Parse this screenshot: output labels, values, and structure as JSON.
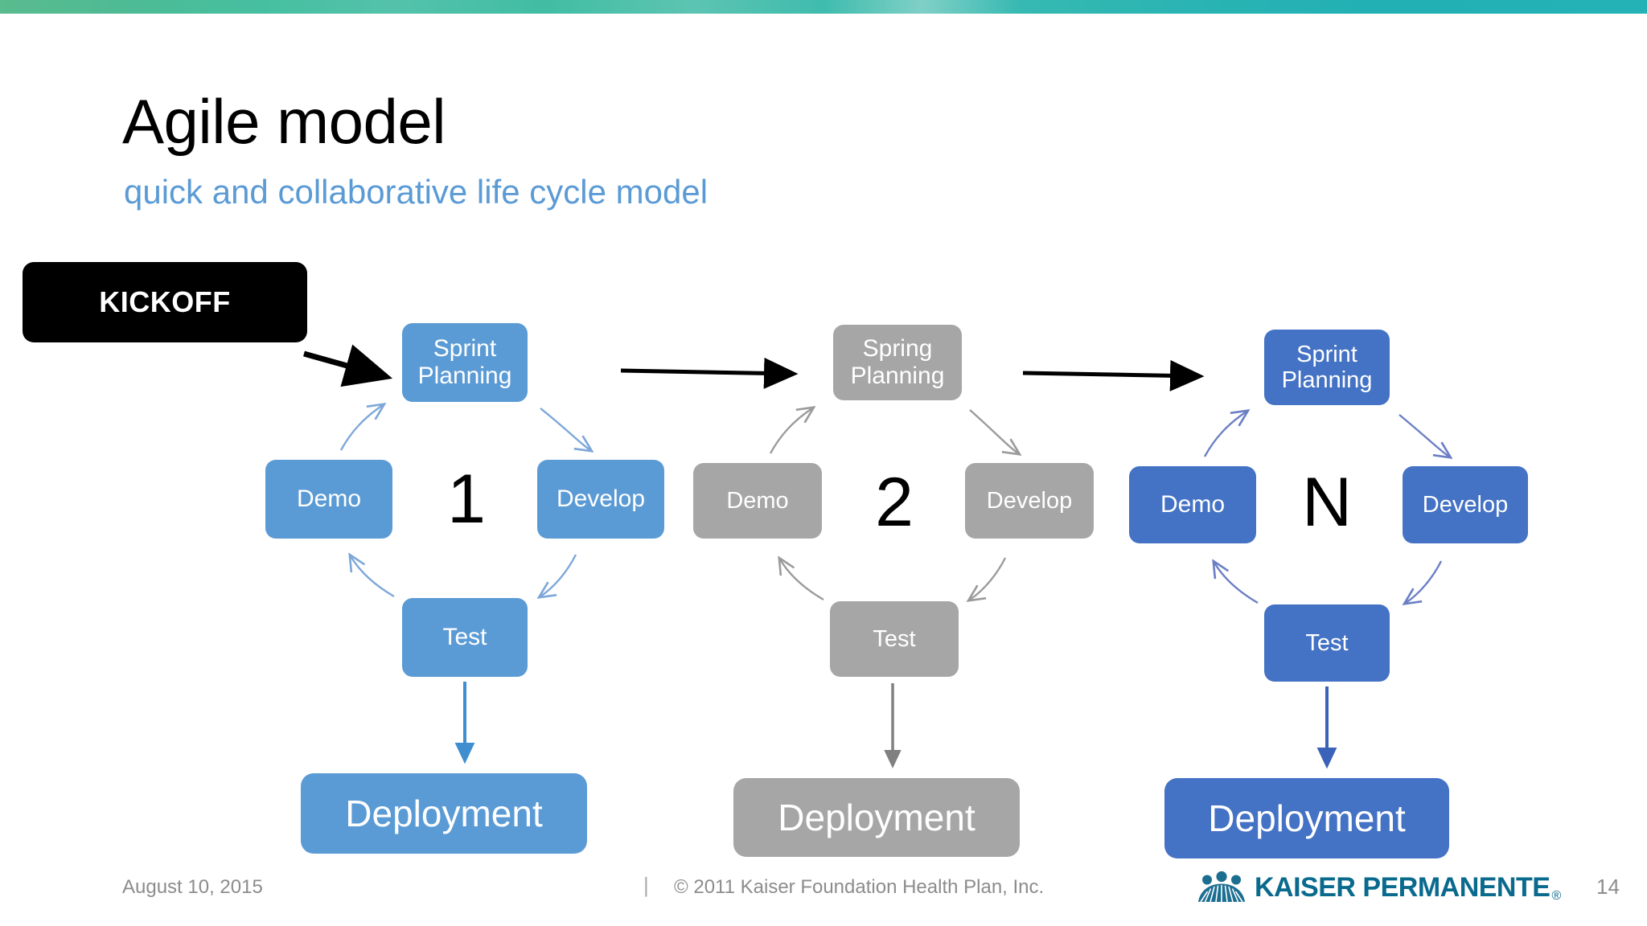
{
  "slide": {
    "title": "Agile model",
    "subtitle": "quick and collaborative life cycle model",
    "page_number": "14",
    "accent_top_gradient_from": "#59bb8e",
    "accent_top_gradient_to": "#24b2b6"
  },
  "kickoff": {
    "label": "KICKOFF",
    "background": "#000000",
    "text_color": "#ffffff"
  },
  "cycles": [
    {
      "id": "cycle-1",
      "number": "1",
      "color": "#5b9bd5",
      "nodes": {
        "planning": "Sprint\nPlanning",
        "planning_line1": "Sprint",
        "planning_line2": "Planning",
        "develop": "Develop",
        "test": "Test",
        "demo": "Demo"
      },
      "deployment": "Deployment"
    },
    {
      "id": "cycle-2",
      "number": "2",
      "color": "#a6a6a6",
      "nodes": {
        "planning_line1": "Spring",
        "planning_line2": "Planning",
        "develop": "Develop",
        "test": "Test",
        "demo": "Demo"
      },
      "deployment": "Deployment"
    },
    {
      "id": "cycle-n",
      "number": "N",
      "color": "#4472c4",
      "nodes": {
        "planning_line1": "Sprint",
        "planning_line2": "Planning",
        "develop": "Develop",
        "test": "Test",
        "demo": "Demo"
      },
      "deployment": "Deployment"
    }
  ],
  "footer": {
    "date": "August 10, 2015",
    "separator": "|",
    "copyright": "© 2011 Kaiser Foundation Health Plan, Inc.",
    "logo_text": "KAISER PERMANENTE",
    "logo_registered": "®",
    "logo_color": "#0a6a8e"
  }
}
